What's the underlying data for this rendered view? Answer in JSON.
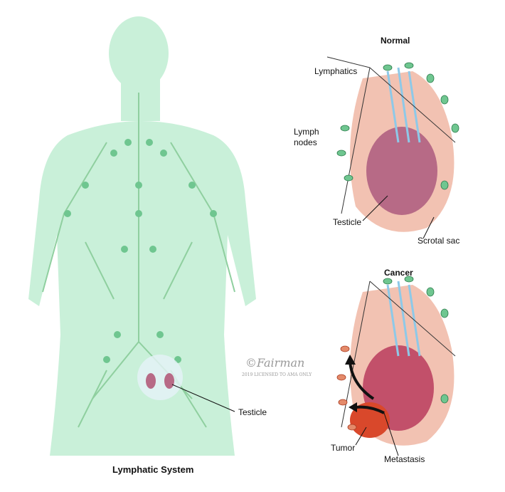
{
  "title": "Lymphatic System",
  "left_panel": {
    "testicle_label": "Testicle"
  },
  "normal_panel": {
    "heading": "Normal",
    "lymphatics_label": "Lymphatics",
    "lymph_nodes_label": [
      "Lymph",
      "nodes"
    ],
    "testicle_label": "Testicle",
    "scrotal_sac_label": "Scrotal sac"
  },
  "cancer_panel": {
    "heading": "Cancer",
    "tumor_label": "Tumor",
    "metastasis_label": "Metastasis"
  },
  "signature": "©Fairman 2019 LICENSED TO AMA ONLY",
  "colors": {
    "body": "#c9f0d9",
    "node": "#6fc690",
    "sac": "#f2c2b2",
    "testicle": "#b76a86",
    "tumor": "#d9482b",
    "vessel": "#8ec9e8"
  }
}
